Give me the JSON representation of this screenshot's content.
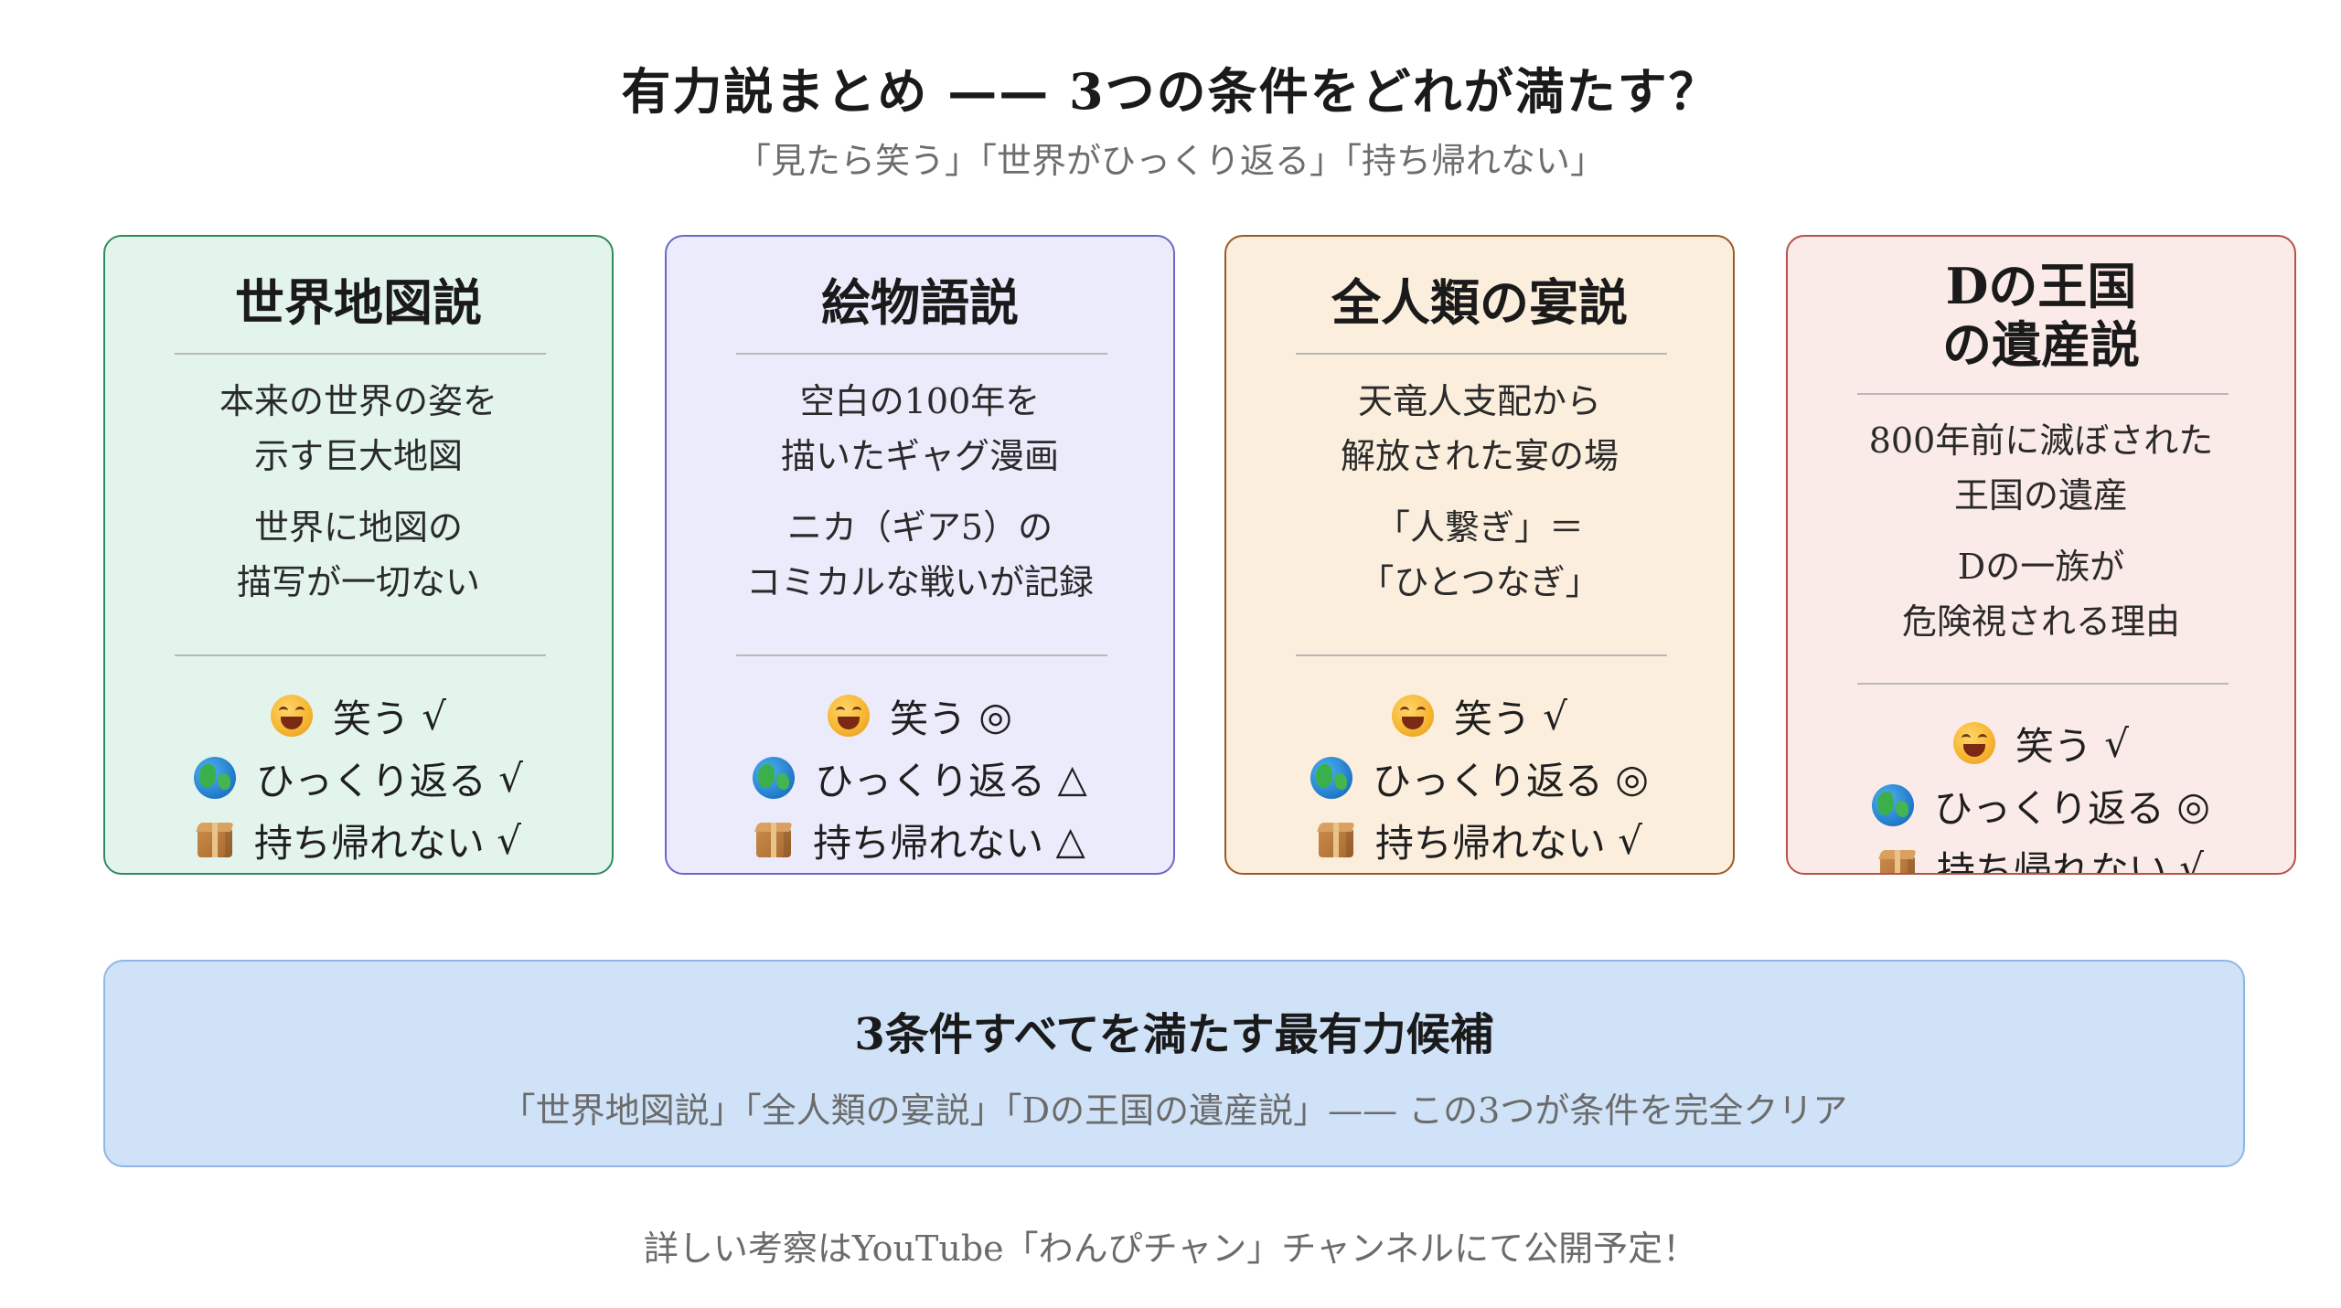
{
  "header": {
    "title": "有力説まとめ —— 3つの条件をどれが満たす？",
    "subtitle": "「見たら笑う」「世界がひっくり返る」「持ち帰れない」"
  },
  "cards": [
    {
      "title": "世界地図説",
      "desc1": "本来の世界の姿を\n示す巨大地図",
      "desc2": "世界に地図の\n描写が一切ない",
      "bg": "#e3f4ec",
      "border": "#2f8a5e",
      "criteria": [
        {
          "icon": "laughing-face-icon",
          "label": "笑う",
          "mark": "√"
        },
        {
          "icon": "globe-icon",
          "label": "ひっくり返る",
          "mark": "√"
        },
        {
          "icon": "package-icon",
          "label": "持ち帰れない",
          "mark": "√"
        }
      ]
    },
    {
      "title": "絵物語説",
      "desc1": "空白の100年を\n描いたギャグ漫画",
      "desc2": "ニカ（ギア5）の\nコミカルな戦いが記録",
      "bg": "#ecebfb",
      "border": "#6b67c8",
      "criteria": [
        {
          "icon": "laughing-face-icon",
          "label": "笑う",
          "mark": "◎"
        },
        {
          "icon": "globe-icon",
          "label": "ひっくり返る",
          "mark": "△"
        },
        {
          "icon": "package-icon",
          "label": "持ち帰れない",
          "mark": "△"
        }
      ]
    },
    {
      "title": "全人類の宴説",
      "desc1": "天竜人支配から\n解放された宴の場",
      "desc2": "「人繋ぎ」＝\n「ひとつなぎ」",
      "bg": "#fbeedc",
      "border": "#9a5a24",
      "criteria": [
        {
          "icon": "laughing-face-icon",
          "label": "笑う",
          "mark": "√"
        },
        {
          "icon": "globe-icon",
          "label": "ひっくり返る",
          "mark": "◎"
        },
        {
          "icon": "package-icon",
          "label": "持ち帰れない",
          "mark": "√"
        }
      ]
    },
    {
      "title": "Dの王国\nの遺産説",
      "desc1": "800年前に滅ぼされた\n王国の遺産",
      "desc2": "Dの一族が\n危険視される理由",
      "bg": "#fbebe8",
      "border": "#b5524a",
      "criteria": [
        {
          "icon": "laughing-face-icon",
          "label": "笑う",
          "mark": "√"
        },
        {
          "icon": "globe-icon",
          "label": "ひっくり返る",
          "mark": "◎"
        },
        {
          "icon": "package-icon",
          "label": "持ち帰れない",
          "mark": "√"
        }
      ]
    }
  ],
  "summary": {
    "title": "3条件すべてを満たす最有力候補",
    "text": "「世界地図説」「全人類の宴説」「Dの王国の遺産説」—— この3つが条件を完全クリア",
    "bg": "#cfe2f8",
    "border": "#8fb6e3"
  },
  "footer": {
    "text": "詳しい考察はYouTube「わんぴチャン」チャンネルにて公開予定！"
  }
}
